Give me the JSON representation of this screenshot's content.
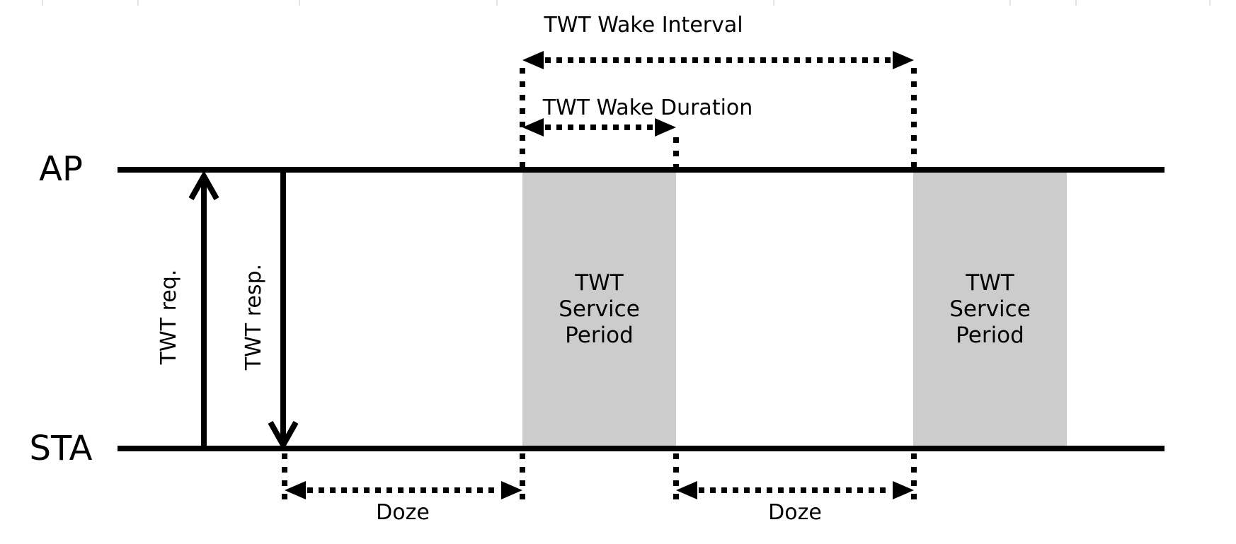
{
  "diagram": {
    "actors": {
      "ap": "AP",
      "sta": "STA"
    },
    "exchange": {
      "request": "TWT req.",
      "response": "TWT resp."
    },
    "annotations": {
      "wake_interval": "TWT Wake Interval",
      "wake_duration": "TWT Wake Duration",
      "doze_1": "Doze",
      "doze_2": "Doze"
    },
    "service_periods": [
      {
        "label": "TWT\nService\nPeriod"
      },
      {
        "label": "TWT\nService\nPeriod"
      }
    ],
    "colors": {
      "ink": "#000000",
      "service_period_fill": "#cccccc",
      "background": "#ffffff",
      "edge_artifact": "#e3e3e6"
    }
  }
}
